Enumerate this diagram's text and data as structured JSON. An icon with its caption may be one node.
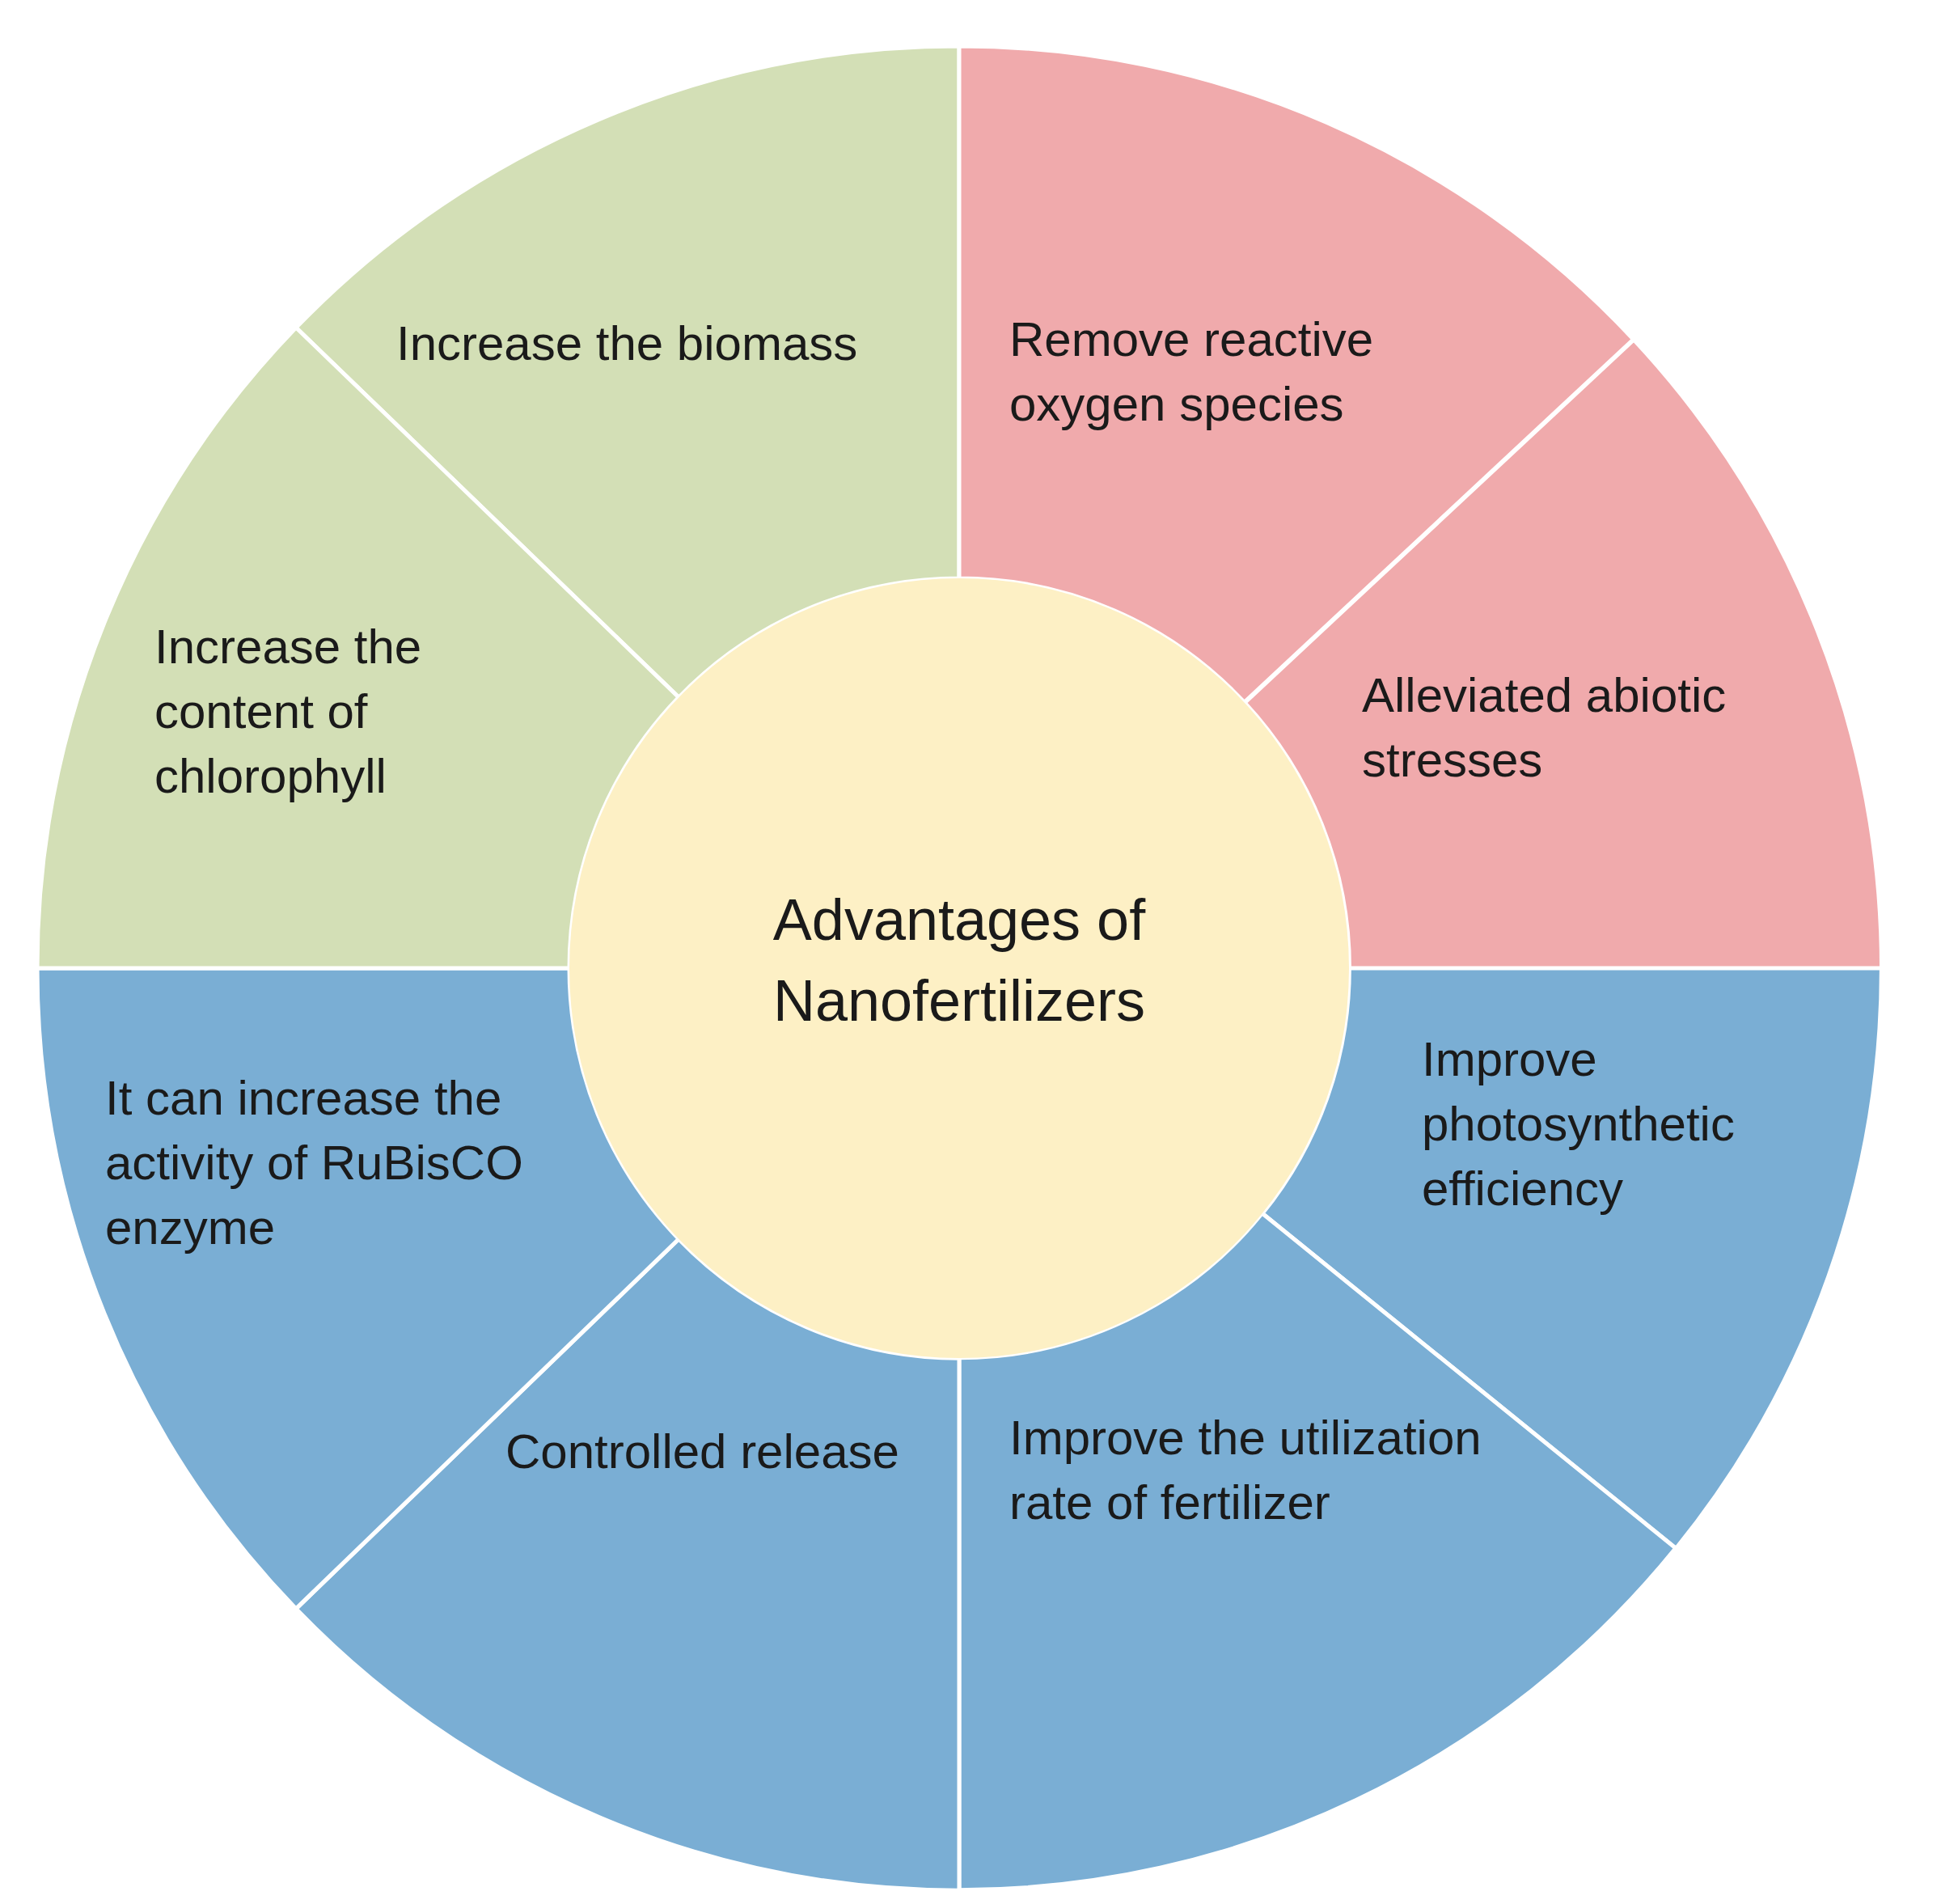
{
  "diagram": {
    "nodes": [
      {
        "text": [
          "Advantages of Nanofertilizers"
        ]
      },
      {
        "text": [
          "Increase the biomass"
        ]
      },
      {
        "text": [
          "Remove reactive oxygen species"
        ]
      },
      {
        "text": [
          "Alleviated abiotic stresses"
        ]
      },
      {
        "text": [
          "Improve photosynthetic efficiency"
        ]
      },
      {
        "text": [
          "Improve the utilization rate of fertilizer"
        ]
      },
      {
        "text": [
          "Controlled release"
        ]
      },
      {
        "text": [
          "It can increase the activity of RuBisCO enzyme"
        ]
      },
      {
        "text": [
          "Increase the content of chlorophyll"
        ]
      }
    ],
    "edges": []
  }
}
